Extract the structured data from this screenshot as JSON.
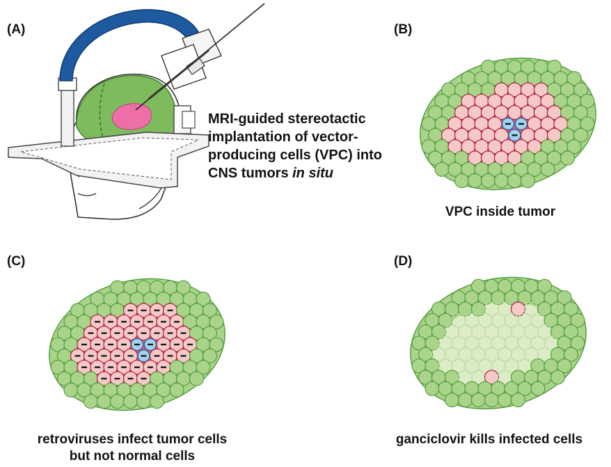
{
  "panels": {
    "a": {
      "label": "(A)",
      "description": {
        "line1": "MRI-guided stereotactic",
        "line2": "implantation of vector-",
        "line3": "producing cells (VPC) into",
        "line4_plain": "CNS tumors ",
        "line4_italic": "in situ"
      }
    },
    "b": {
      "label": "(B)",
      "caption": "VPC inside tumor"
    },
    "c": {
      "label": "(C)",
      "caption_line1": "retroviruses infect tumor cells",
      "caption_line2": "but not normal cells"
    },
    "d": {
      "label": "(D)",
      "caption": "ganciclovir kills infected cells"
    }
  },
  "colors": {
    "normal_cell_fill": "#a9d48a",
    "normal_cell_stroke": "#4f9a3b",
    "tumor_bg": "#d5577a",
    "tumor_cell_fill": "#f6c9c9",
    "tumor_cell_stroke": "#b0233f",
    "vpc_fill": "#9fd4ee",
    "vpc_stroke": "#2d5d99",
    "dead_region": "#dcecc6",
    "frame_blue": "#1d5aa0",
    "brain_green": "#7dbb5c",
    "tumor_pink": "#ee6ea8"
  }
}
